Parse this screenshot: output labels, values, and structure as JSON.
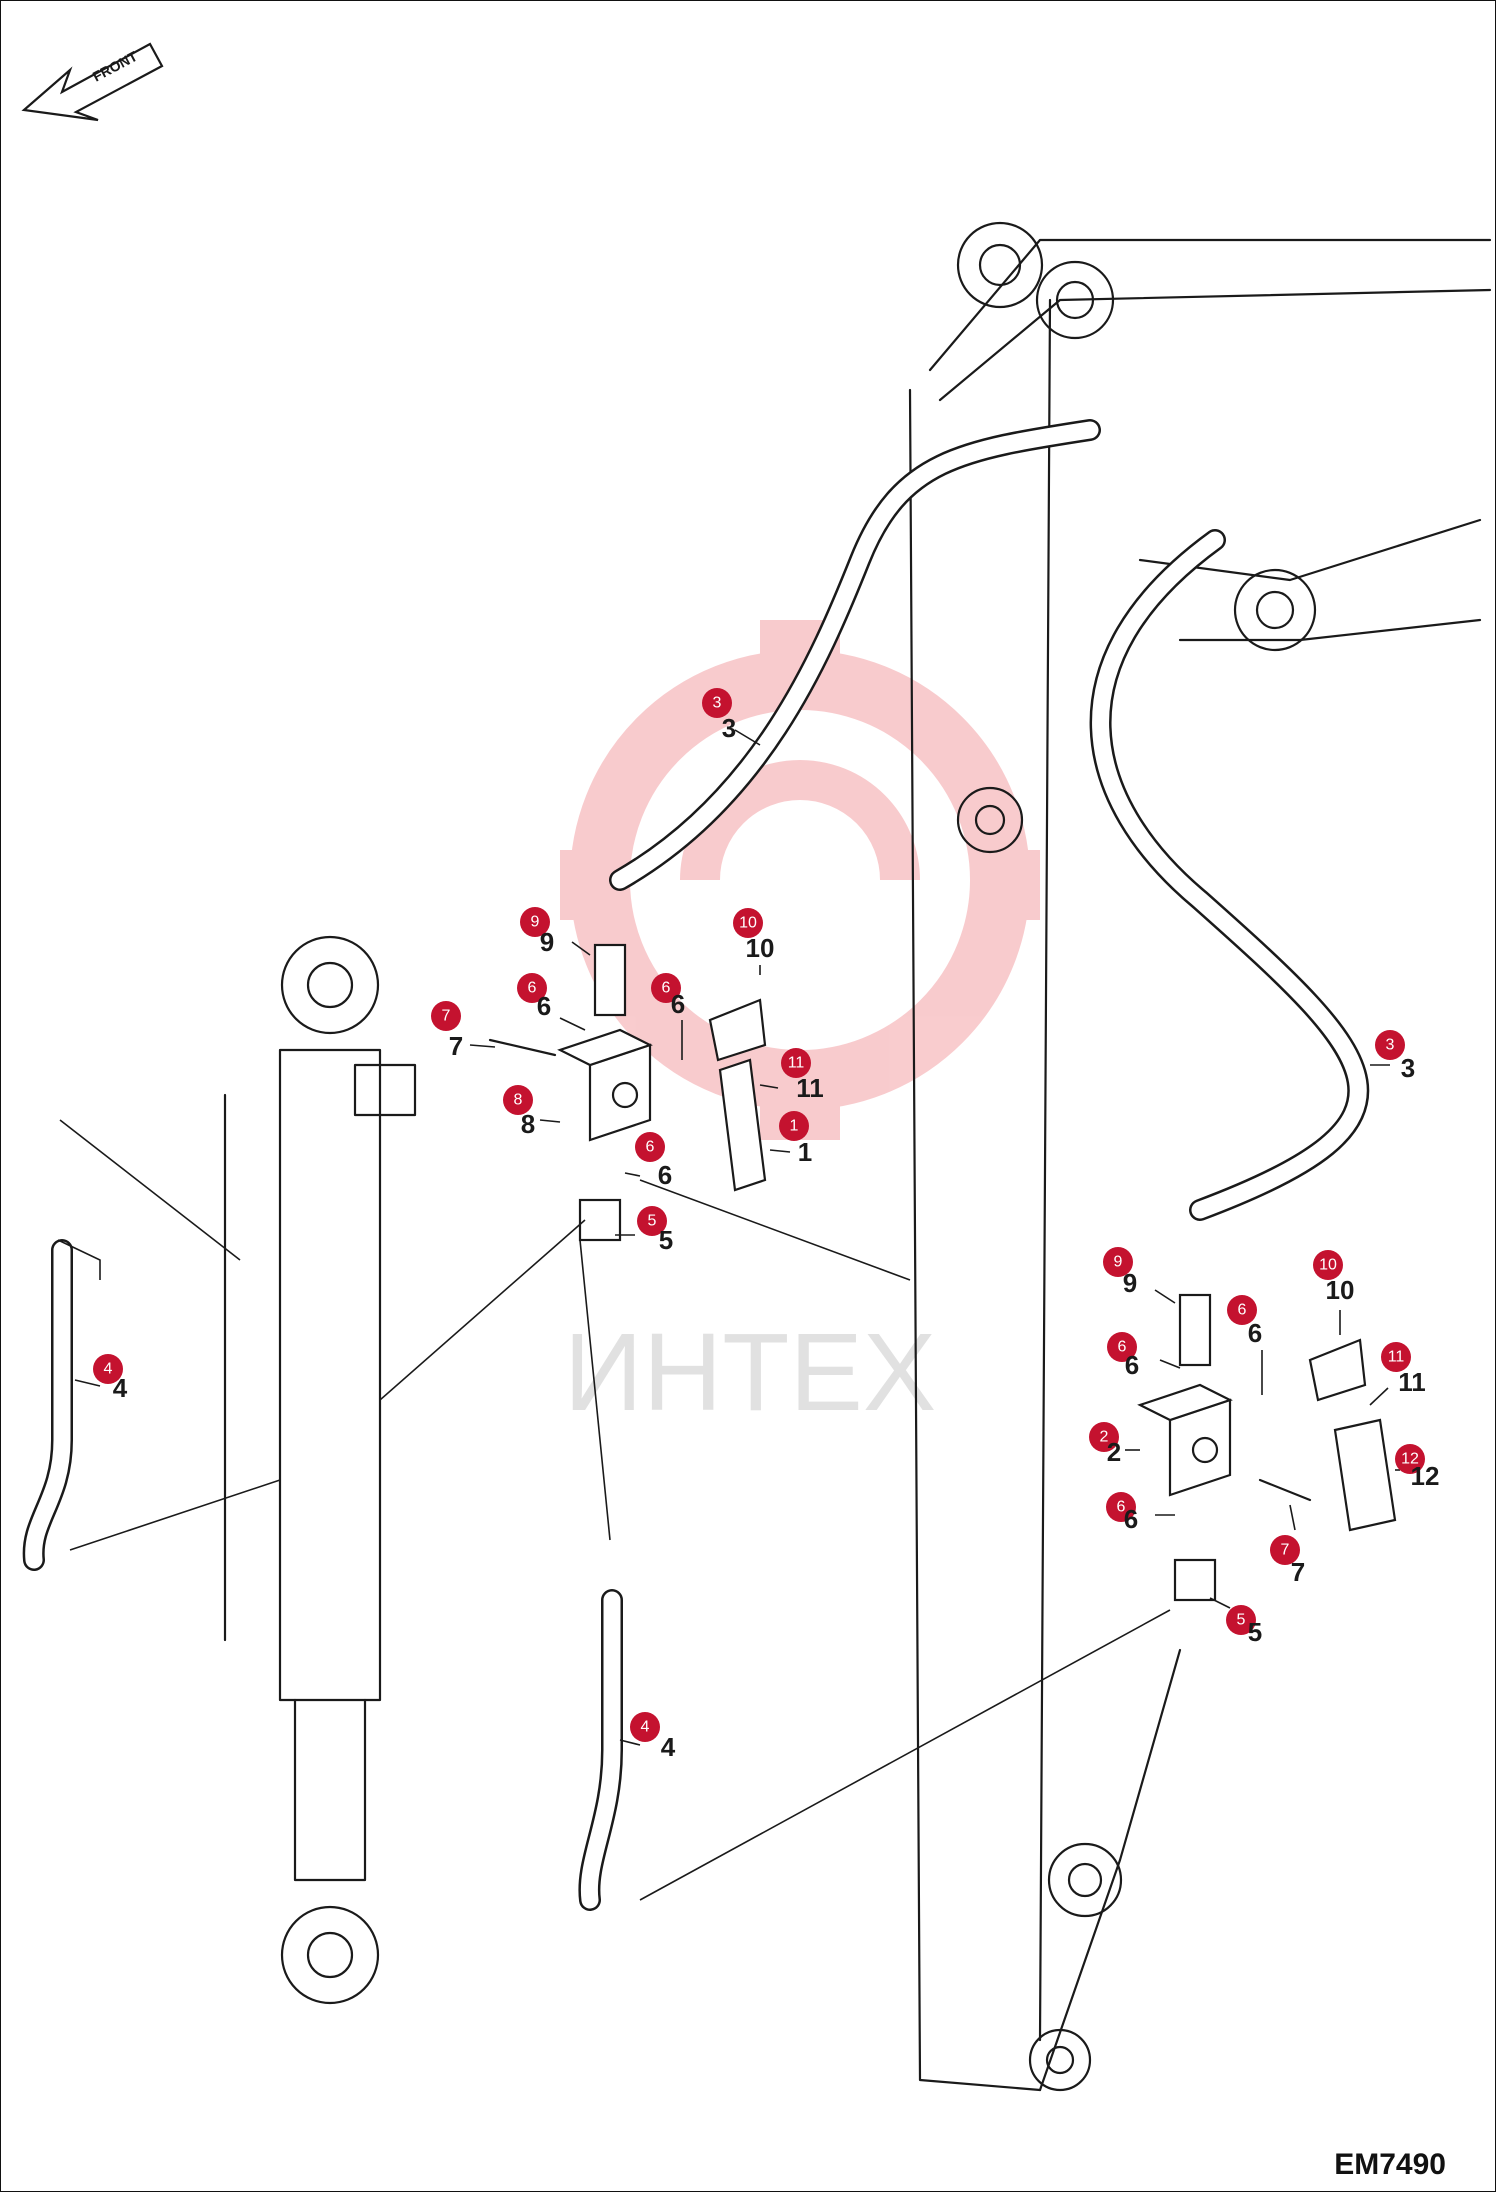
{
  "diagram_code": "EM7490",
  "direction_arrow": {
    "label": "FRONT",
    "icon": "front-arrow-icon"
  },
  "watermark": {
    "text": "ИНТЕХ",
    "icon": "gear-logo-icon",
    "color": "#e8474f"
  },
  "accent_color": "#c4122f",
  "callouts": [
    {
      "num": "3",
      "label": "3"
    },
    {
      "num": "9",
      "label": "9"
    },
    {
      "num": "10",
      "label": "10"
    },
    {
      "num": "6",
      "label": "6"
    },
    {
      "num": "6",
      "label": "6"
    },
    {
      "num": "7",
      "label": "7"
    },
    {
      "num": "8",
      "label": "8"
    },
    {
      "num": "11",
      "label": "11"
    },
    {
      "num": "1",
      "label": "1"
    },
    {
      "num": "6",
      "label": "6"
    },
    {
      "num": "5",
      "label": "5"
    },
    {
      "num": "4",
      "label": "4"
    },
    {
      "num": "3",
      "label": "3"
    },
    {
      "num": "9",
      "label": "9"
    },
    {
      "num": "10",
      "label": "10"
    },
    {
      "num": "6",
      "label": "6"
    },
    {
      "num": "6",
      "label": "6"
    },
    {
      "num": "11",
      "label": "11"
    },
    {
      "num": "2",
      "label": "2"
    },
    {
      "num": "12",
      "label": "12"
    },
    {
      "num": "6",
      "label": "6"
    },
    {
      "num": "7",
      "label": "7"
    },
    {
      "num": "5",
      "label": "5"
    },
    {
      "num": "4",
      "label": "4"
    }
  ]
}
